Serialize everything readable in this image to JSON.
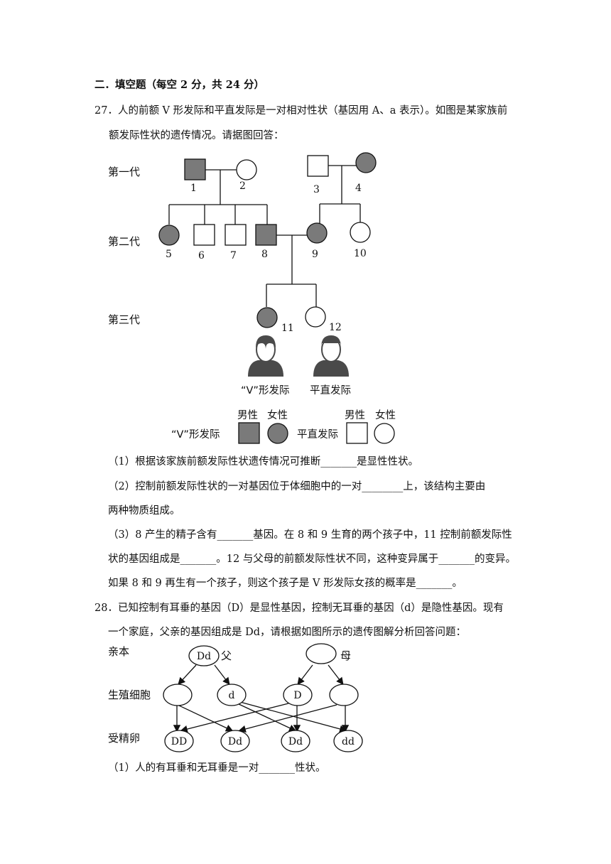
{
  "section_title": "二．填空题（每空 2 分，共 24 分）",
  "q27": {
    "line1": "27．人的前额 V 形发际和平直发际是一对相对性状（基因用 A、a 表示）。如图是某家族前",
    "line2": "额发际性状的遗传情况。请据图回答：",
    "pedigree": {
      "gen1_label": "第一代",
      "gen2_label": "第二代",
      "gen3_label": "第三代",
      "numbers": [
        "1",
        "2",
        "3",
        "4",
        "5",
        "6",
        "7",
        "8",
        "9",
        "10",
        "11",
        "12"
      ],
      "caption_v": "“V”形发际",
      "caption_flat": "平直发际",
      "legend_male": "男性",
      "legend_female": "女性",
      "legend_v": "“V”形发际",
      "legend_flat": "平直发际"
    },
    "sub1": "（1）根据该家族前额发际性状遗传情况可推断_______是显性性状。",
    "sub2a": "（2）控制前额发际性状的一对基因位于体细胞中的一对________上，该结构主要由",
    "sub2b": "两种物质组成。",
    "sub3a": "（3）8 产生的精子含有_______基因。在 8 和 9 生育的两个孩子中，11 控制前额发际性",
    "sub3b": "状的基因组成是_______。12 与父母的前额发际性状不同，这种变异属于_______的变异。",
    "sub3c": "如果 8 和 9 再生有一个孩子，则这个孩子是 V 形发际女孩的概率是_______。"
  },
  "q28": {
    "line1": "28．已知控制有耳垂的基因（D）是显性基因，控制无耳垂的基因（d）是隐性基因。现有",
    "line2": "一个家庭，父亲的基因组成是 Dd，请根据如图所示的遗传图解分析回答问题：",
    "diagram": {
      "row_parent": "亲本",
      "row_gamete": "生殖细胞",
      "row_zygote": "受精卵",
      "father_genotype": "Dd",
      "father_label": "父",
      "mother_label": "母",
      "gametes": [
        "",
        "d",
        "D",
        ""
      ],
      "zygotes": [
        "DD",
        "Dd",
        "Dd",
        "dd"
      ]
    },
    "sub1": "（1）人的有耳垂和无耳垂是一对_______性状。"
  },
  "colors": {
    "affected_fill": "#7a7a7a",
    "line": "#111111"
  }
}
